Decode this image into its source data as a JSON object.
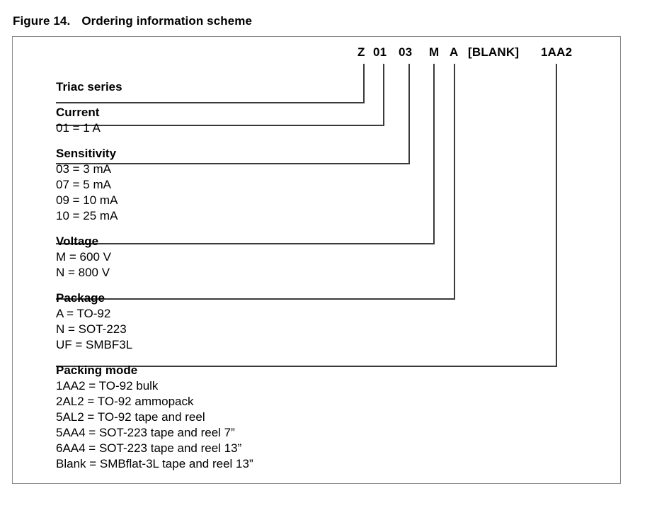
{
  "figure": {
    "number": "Figure 14.",
    "title": "Ordering information scheme"
  },
  "part_number_codes": [
    {
      "code": "Z",
      "has_connector": true
    },
    {
      "code": "01",
      "has_connector": true
    },
    {
      "code": "03",
      "has_connector": true
    },
    {
      "code": "M",
      "has_connector": true
    },
    {
      "code": "A",
      "has_connector": true
    },
    {
      "code": "[BLANK]",
      "has_connector": false
    },
    {
      "code": "1AA2",
      "has_connector": true
    }
  ],
  "groups": [
    {
      "title": "Triac series",
      "options": []
    },
    {
      "title": "Current",
      "options": [
        "01 = 1 A"
      ]
    },
    {
      "title": "Sensitivity",
      "options": [
        "03 = 3 mA",
        "07 = 5 mA",
        "09 = 10 mA",
        "10 = 25 mA"
      ]
    },
    {
      "title": "Voltage",
      "options": [
        "M = 600 V",
        "N = 800 V"
      ]
    },
    {
      "title": "Package",
      "options": [
        "A = TO-92",
        "N = SOT-223",
        "UF = SMBF3L"
      ]
    },
    {
      "title": "Packing mode",
      "options": [
        "1AA2 = TO-92 bulk",
        "2AL2 = TO-92 ammopack",
        "5AL2 = TO-92 tape and reel",
        "5AA4 = SOT-223 tape and reel 7”",
        "6AA4 = SOT-223 tape and reel 13”",
        "Blank = SMBflat-3L tape and reel 13”"
      ]
    }
  ],
  "colors": {
    "text": "#000000",
    "frame": "#8a8a8a",
    "wire": "#3a3a3a",
    "background": "#ffffff"
  }
}
